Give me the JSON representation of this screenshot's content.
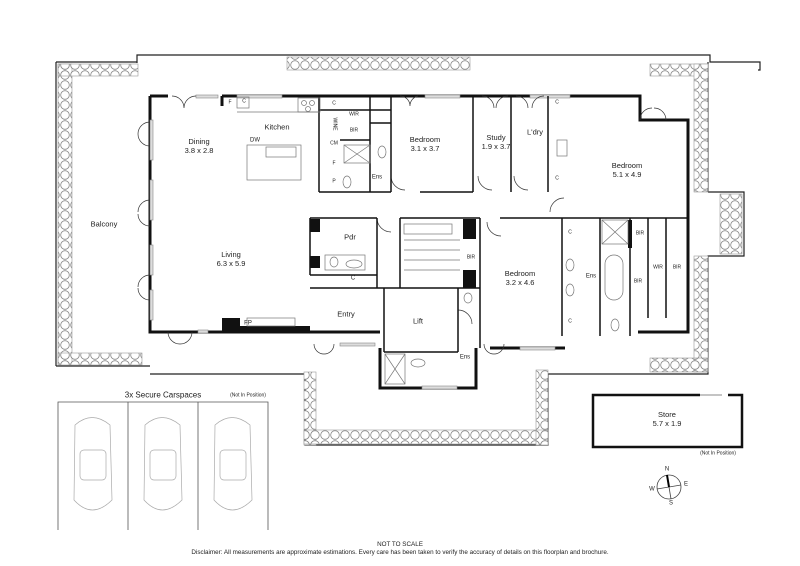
{
  "rooms": {
    "balcony": {
      "name": "Balcony"
    },
    "dining": {
      "name": "Dining",
      "size": "3.8 x 2.8"
    },
    "kitchen": {
      "name": "Kitchen"
    },
    "living": {
      "name": "Living",
      "size": "6.3 x 5.9"
    },
    "bedroom1": {
      "name": "Bedroom",
      "size": "3.1 x 3.7"
    },
    "study": {
      "name": "Study",
      "size": "1.9 x 3.7"
    },
    "laundry": {
      "name": "L'dry"
    },
    "bedroom_master": {
      "name": "Bedroom",
      "size": "5.1 x 4.9"
    },
    "bedroom2": {
      "name": "Bedroom",
      "size": "3.2 x 4.6"
    },
    "entry": {
      "name": "Entry"
    },
    "lift": {
      "name": "Lift"
    },
    "powder": {
      "name": "Pdr"
    },
    "ensuite1": {
      "name": "Ens"
    },
    "ensuite2": {
      "name": "Ens"
    },
    "ensuite3": {
      "name": "Ens"
    },
    "store": {
      "name": "Store",
      "size": "5.7 x 1.9"
    }
  },
  "fixtures": {
    "wir": "WIR",
    "bir": "BIR",
    "wine": "WINE",
    "cm": "CM",
    "c": "C",
    "f": "F",
    "p": "P",
    "dw": "DW",
    "fp": "FP"
  },
  "carspaces": {
    "title": "3x Secure Carspaces",
    "note": "(Not In Position)",
    "count": 3
  },
  "store_note": "(Not In Position)",
  "compass": {
    "n": "N",
    "e": "E",
    "s": "S",
    "w": "W"
  },
  "footer": {
    "scale": "NOT TO SCALE",
    "disclaimer": "Disclaimer: All measurements are approximate estimations. Every care has been taken to verify the accuracy of details on this floorplan and brochure."
  }
}
